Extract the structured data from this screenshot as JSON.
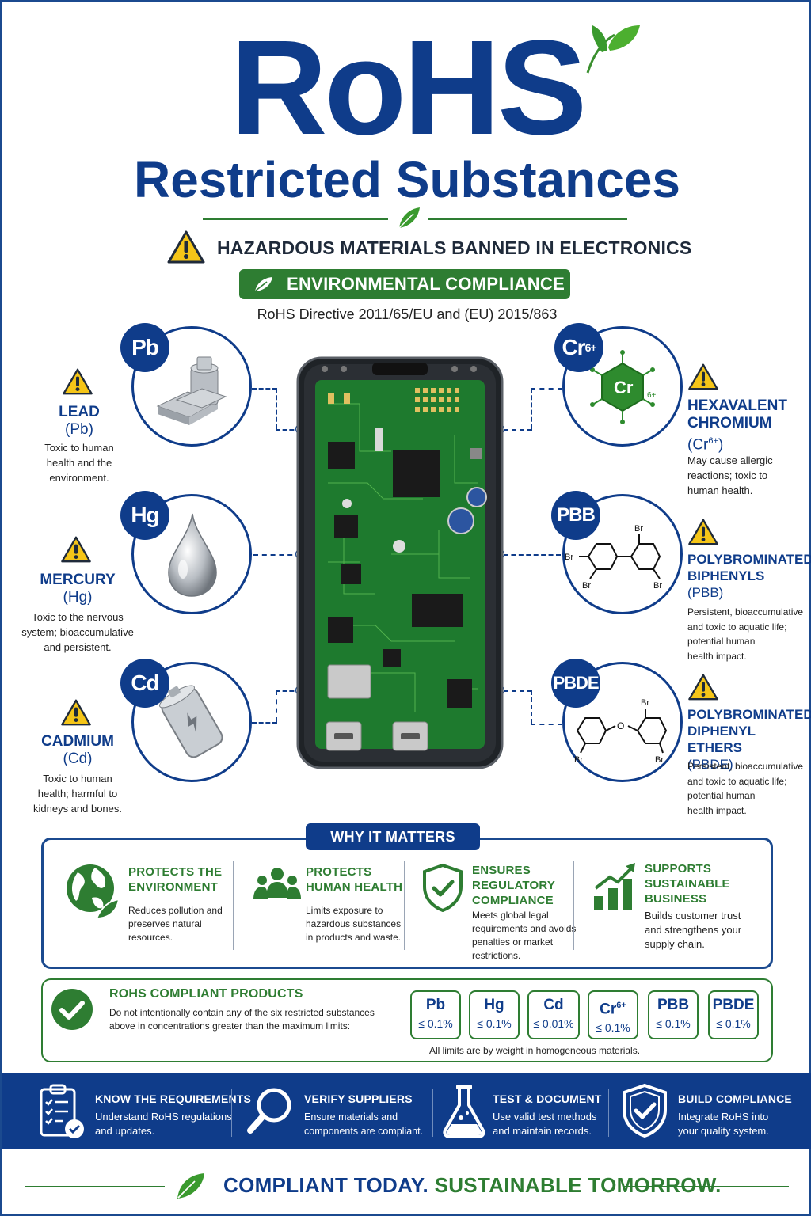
{
  "header": {
    "title": "RoHS",
    "subtitle": "Restricted Substances",
    "hazard_title": "HAZARDOUS MATERIALS BANNED IN ELECTRONICS",
    "env_badge": "ENVIRONMENTAL COMPLIANCE",
    "directive": "RoHS Directive 2011/65/EU and (EU) 2015/863"
  },
  "substances": {
    "lead": {
      "symbol": "Pb",
      "name": "LEAD",
      "formula": "(Pb)",
      "desc": [
        "Toxic to human",
        "health and the",
        "environment."
      ]
    },
    "mercury": {
      "symbol": "Hg",
      "name": "MERCURY",
      "formula": "(Hg)",
      "desc": [
        "Toxic to the nervous",
        "system; bioaccumulative",
        "and persistent."
      ]
    },
    "cadmium": {
      "symbol": "Cd",
      "name": "CADMIUM",
      "formula": "(Cd)",
      "desc": [
        "Toxic to human",
        "health; harmful to",
        "kidneys and bones."
      ]
    },
    "chromium": {
      "symbol": "Cr",
      "symbol_sup": "6+",
      "name": [
        "HEXAVALENT",
        "CHROMIUM"
      ],
      "formula": "(Cr",
      "formula_sup": "6+",
      "formula_end": ")",
      "desc": [
        "May cause allergic",
        "reactions; toxic to",
        "human health."
      ],
      "icon_label": "Cr"
    },
    "pbb": {
      "symbol": "PBB",
      "name": [
        "POLYBROMINATED",
        "BIPHENYLS"
      ],
      "formula": "(PBB)",
      "desc": [
        "Persistent, bioaccumulative",
        "and toxic to aquatic life;",
        "potential human",
        "health impact."
      ]
    },
    "pbde": {
      "symbol": "PBDE",
      "name": [
        "POLYBROMINATED",
        "DIPHENYL ETHERS"
      ],
      "formula": "(PBDE)",
      "desc": [
        "Persistent, bioaccumulative",
        "and toxic to aquatic life;",
        "potential human",
        "health impact."
      ]
    }
  },
  "molecule_labels": {
    "br": "Br",
    "o": "O"
  },
  "why": {
    "tag": "WHY IT MATTERS",
    "items": [
      {
        "title": [
          "PROTECTS THE",
          "ENVIRONMENT"
        ],
        "desc": [
          "Reduces pollution and",
          "preserves natural",
          "resources."
        ],
        "icon": "globe-leaf-icon"
      },
      {
        "title": [
          "PROTECTS",
          "HUMAN HEALTH"
        ],
        "desc": [
          "Limits exposure to",
          "hazardous substances",
          "in products and waste."
        ],
        "icon": "people-icon"
      },
      {
        "title": [
          "ENSURES",
          "REGULATORY",
          "COMPLIANCE"
        ],
        "desc": [
          "Meets global legal",
          "requirements and avoids",
          "penalties or market",
          "restrictions."
        ],
        "icon": "shield-check-icon"
      },
      {
        "title": [
          "SUPPORTS",
          "SUSTAINABLE",
          "BUSINESS"
        ],
        "desc": [
          "Builds customer trust",
          "and strengthens your",
          "supply chain."
        ],
        "icon": "growth-chart-icon"
      }
    ]
  },
  "compliant": {
    "title": "ROHS COMPLIANT PRODUCTS",
    "desc": "Do not intentionally contain any of the six restricted substances above in concentrations greater than the maximum limits:",
    "limits": [
      {
        "symbol": "Pb",
        "sup": "",
        "value": "≤ 0.1%"
      },
      {
        "symbol": "Hg",
        "sup": "",
        "value": "≤ 0.1%"
      },
      {
        "symbol": "Cd",
        "sup": "",
        "value": "≤ 0.01%"
      },
      {
        "symbol": "Cr",
        "sup": "6+",
        "value": "≤ 0.1%"
      },
      {
        "symbol": "PBB",
        "sup": "",
        "value": "≤ 0.1%"
      },
      {
        "symbol": "PBDE",
        "sup": "",
        "value": "≤ 0.1%"
      }
    ],
    "note": "All limits are by weight in homogeneous materials."
  },
  "steps": [
    {
      "title": "KNOW THE REQUIREMENTS",
      "desc": [
        "Understand RoHS regulations",
        "and updates."
      ],
      "icon": "clipboard-check-icon"
    },
    {
      "title": "VERIFY SUPPLIERS",
      "desc": [
        "Ensure materials and",
        "components are compliant."
      ],
      "icon": "magnifier-icon"
    },
    {
      "title": "TEST & DOCUMENT",
      "desc": [
        "Use valid test methods",
        "and maintain records."
      ],
      "icon": "flask-icon"
    },
    {
      "title": "BUILD COMPLIANCE",
      "desc": [
        "Integrate RoHS into",
        "your quality system."
      ],
      "icon": "shield-check-icon"
    }
  ],
  "footer": {
    "part_a": "COMPLIANT TODAY.",
    "part_b": "SUSTAINABLE TOMORROW."
  },
  "colors": {
    "brand_blue": "#0f3c8a",
    "brand_green": "#2e7d32",
    "warning_yellow": "#f5c518"
  }
}
